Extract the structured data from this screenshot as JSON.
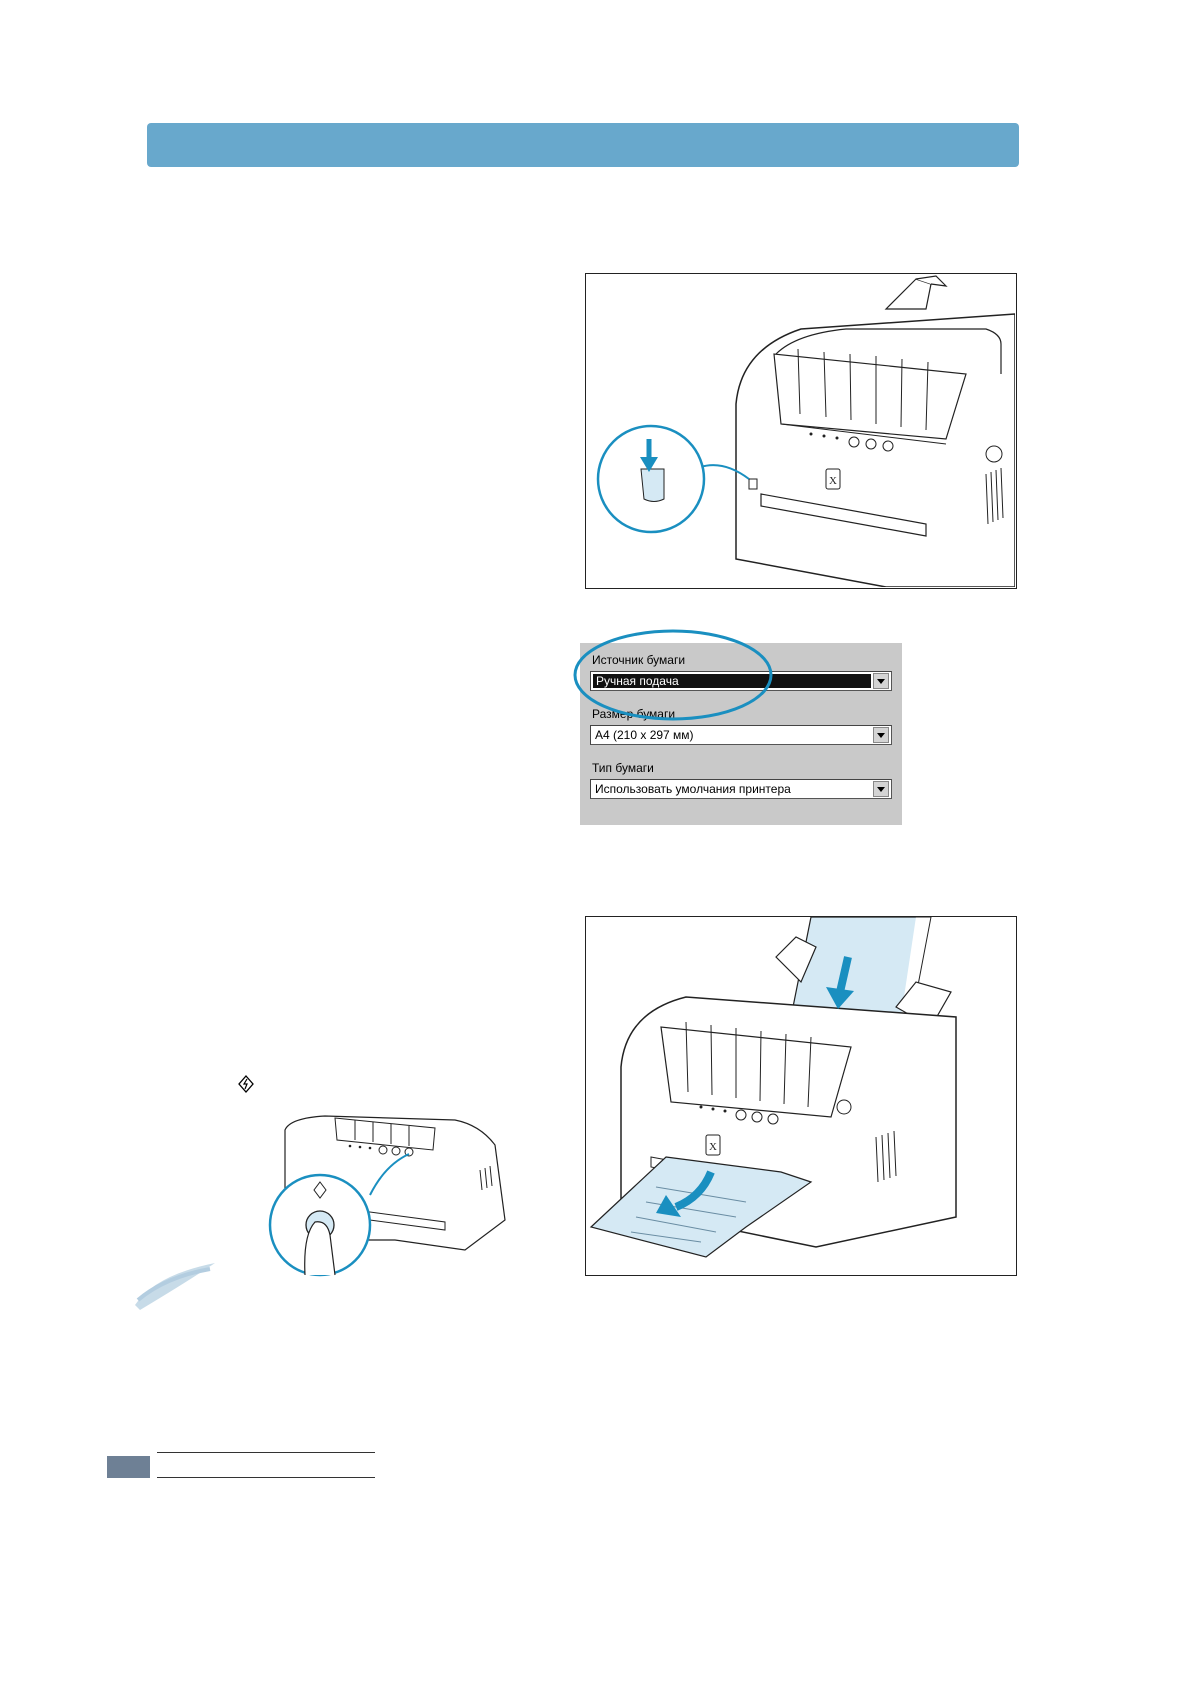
{
  "colors": {
    "header_band": "#68a8cc",
    "accent_blue": "#1a8fc0",
    "page_number_box": "#6e8095",
    "dialog_background": "#c9c9c9"
  },
  "dialog": {
    "paper_source": {
      "label": "Источник бумаги",
      "value": "Ручная подача"
    },
    "paper_size": {
      "label": "Размер бумаги",
      "value": "А4 (210 x 297 мм)"
    },
    "paper_type": {
      "label": "Тип бумаги",
      "value": "Использовать умолчания принтера"
    }
  },
  "icons": {
    "start_button": "start-diamond-icon",
    "printer_logo": "x-logo-icon"
  }
}
